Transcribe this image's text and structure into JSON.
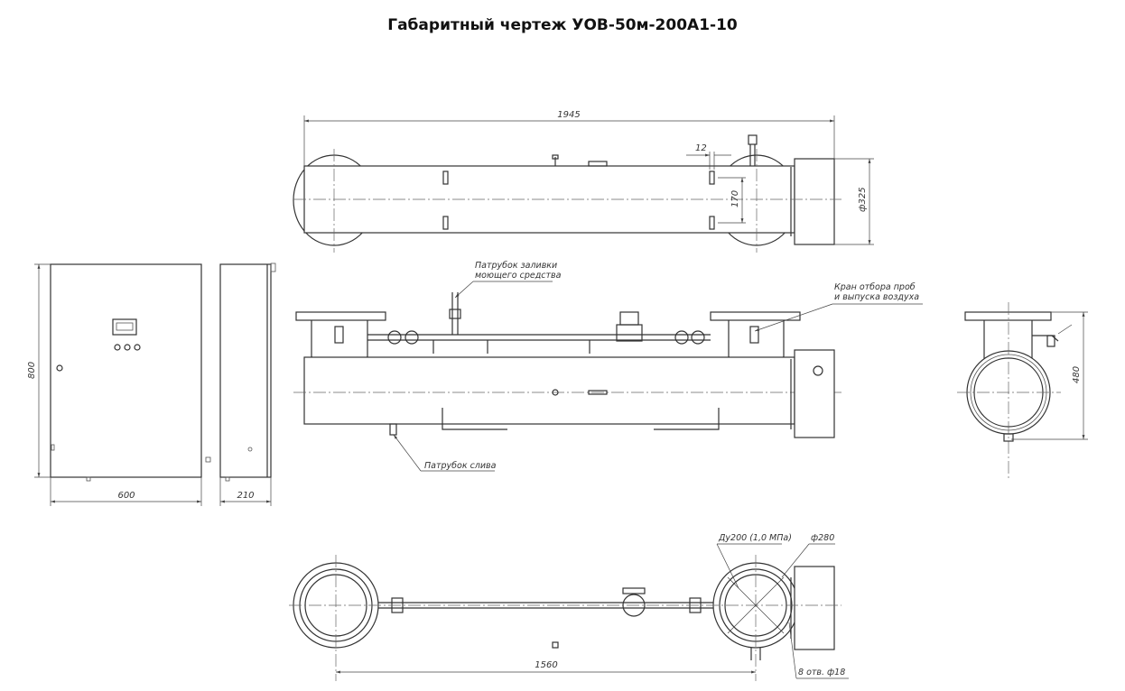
{
  "title": "Габаритный чертеж УОВ-50м-200А1-10",
  "dimensions": {
    "overall_length": "1945",
    "slot_width": "12",
    "slot_spacing": "170",
    "lamp_housing_diameter": "ф325",
    "cabinet_height": "800",
    "cabinet_width": "600",
    "cabinet_depth": "210",
    "side_height": "480",
    "nozzle_spacing": "1560",
    "nominal_bore": "Ду200 (1,0 МПа)",
    "flange_bolt_circle": "ф280",
    "holes": "8 отв. ф18"
  },
  "callouts": {
    "filling_nozzle": [
      "Патрубок заливки",
      "моющего средства"
    ],
    "valve": [
      "Кран отбора проб",
      "и выпуска воздуха"
    ],
    "drain": "Патрубок слива"
  }
}
